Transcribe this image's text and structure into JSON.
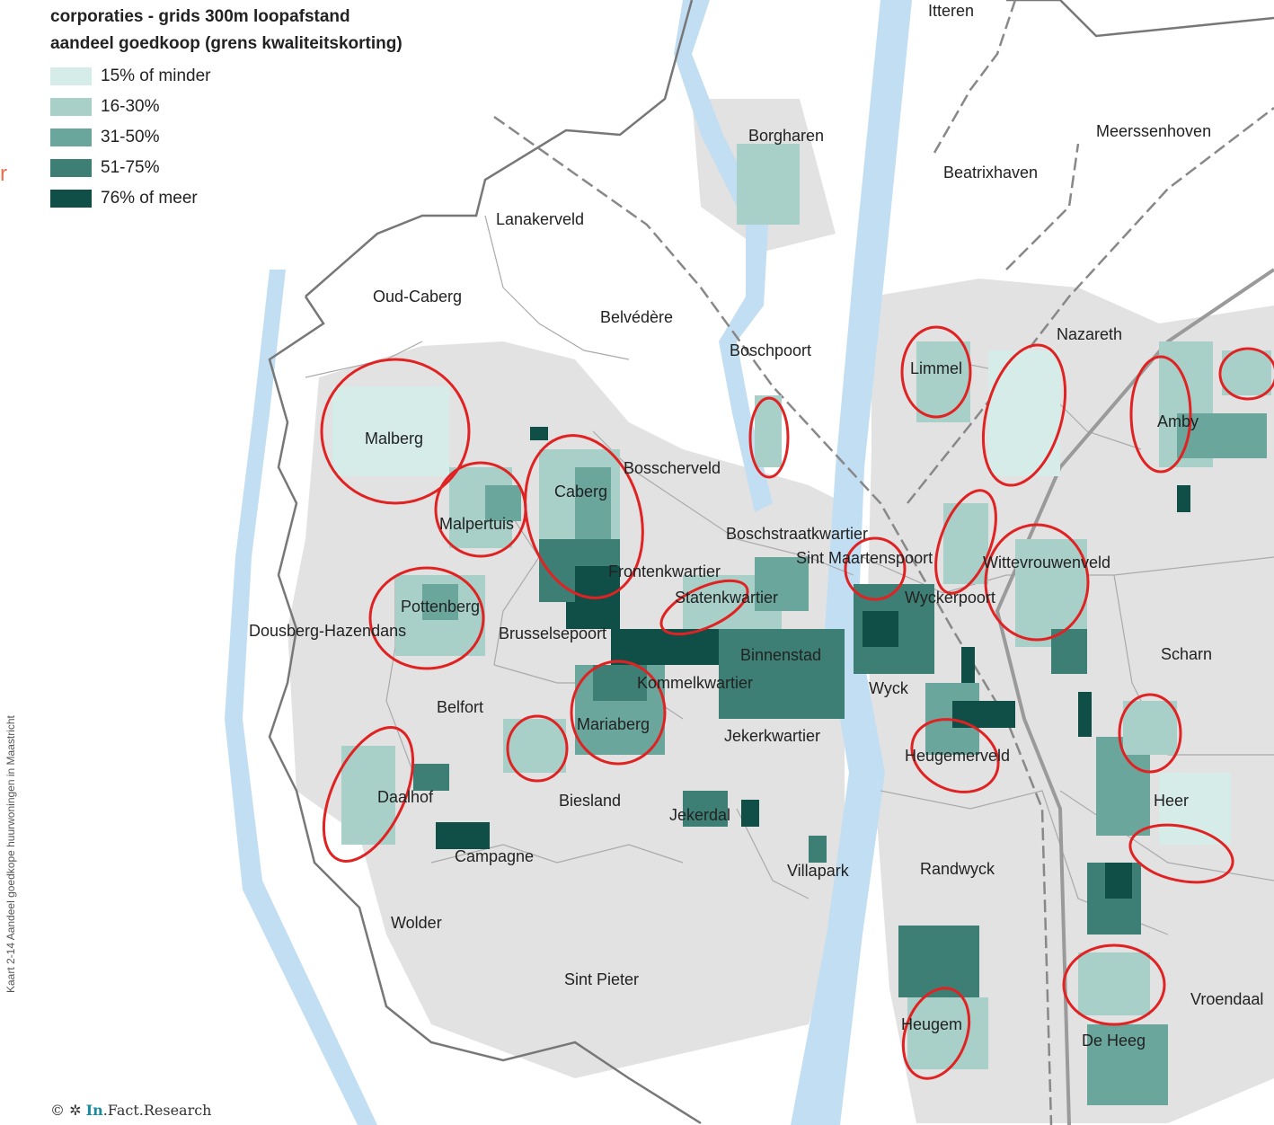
{
  "legend": {
    "title": "corporaties - grids 300m loopafstand",
    "subtitle": "aandeel goedkoop (grens kwaliteitskorting)",
    "items": [
      {
        "label": "15% of minder",
        "color": "#d5ece9"
      },
      {
        "label": "16-30%",
        "color": "#a8d0c8"
      },
      {
        "label": "31-50%",
        "color": "#6aa69c"
      },
      {
        "label": "51-75%",
        "color": "#3d7f75"
      },
      {
        "label": "76% of meer",
        "color": "#0f4f47"
      }
    ]
  },
  "side_caption": "Kaart 2-14 Aandeel goedkope huurwoningen in Maastricht",
  "edge_char": "r",
  "copyright": {
    "symbol": "©",
    "brand_in": "In",
    "brand_rest": ".Fact.Research"
  },
  "places": {
    "itteren": "Itteren",
    "borgharen": "Borgharen",
    "meerssenhoven": "Meerssenhoven",
    "beatrixhaven": "Beatrixhaven",
    "lanakerveld": "Lanakerveld",
    "oud_caberg": "Oud-Caberg",
    "belvedere": "Belvédère",
    "boschpoort": "Boschpoort",
    "limmel": "Limmel",
    "nazareth": "Nazareth",
    "amby": "Amby",
    "malberg": "Malberg",
    "bosscherveld": "Bosscherveld",
    "caberg": "Caberg",
    "malpertuis": "Malpertuis",
    "boschstraatkwartier": "Boschstraatkwartier",
    "sint_maartenspoort": "Sint Maartenspoort",
    "wittevrouwenveld": "Wittevrouwenveld",
    "frontenkwartier": "Frontenkwartier",
    "statenkwartier": "Statenkwartier",
    "wyckerpoort": "Wyckerpoort",
    "pottenberg": "Pottenberg",
    "dousberg": "Dousberg-Hazendans",
    "brusselsepoort": "Brusselsepoort",
    "binnenstad": "Binnenstad",
    "scharn": "Scharn",
    "kommelkwartier": "Kommelkwartier",
    "wyck": "Wyck",
    "belfort": "Belfort",
    "mariaberg": "Mariaberg",
    "jekerkwartier": "Jekerkwartier",
    "heugemerveld": "Heugemerveld",
    "heer": "Heer",
    "daalhof": "Daalhof",
    "biesland": "Biesland",
    "jekerdal": "Jekerdal",
    "campagne": "Campagne",
    "villapark": "Villapark",
    "randwyck": "Randwyck",
    "wolder": "Wolder",
    "sint_pieter": "Sint Pieter",
    "vroendaal": "Vroendaal",
    "heugem": "Heugem",
    "de_heeg": "De Heeg"
  }
}
